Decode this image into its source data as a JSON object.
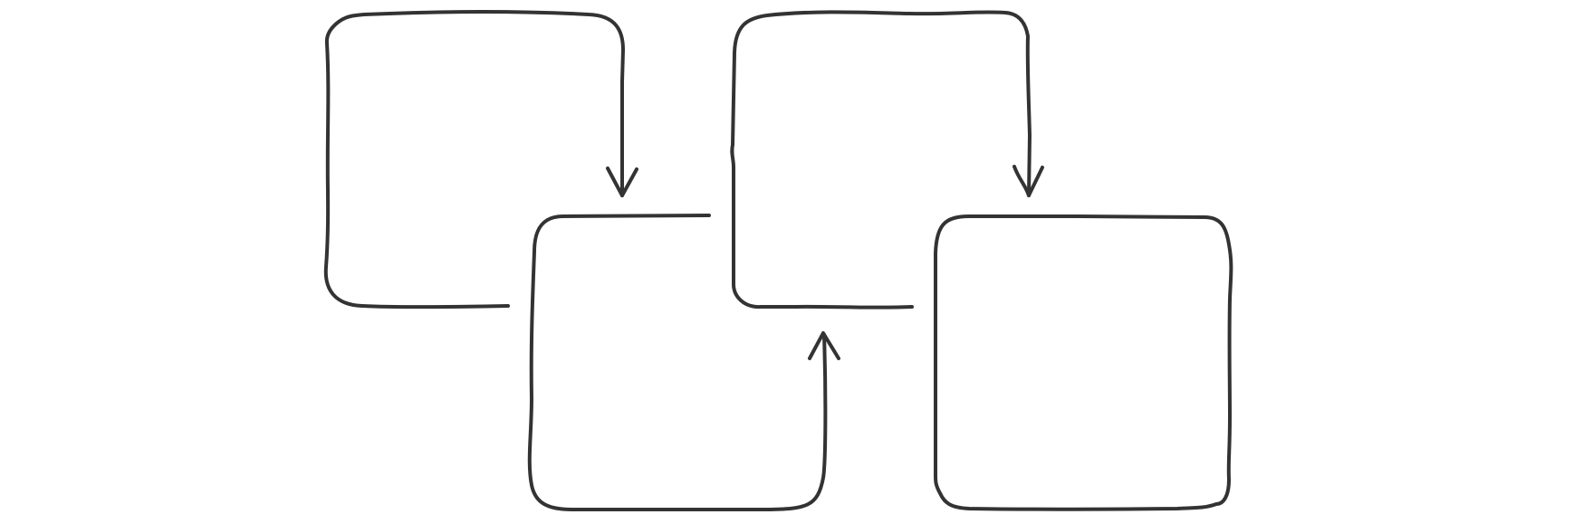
{
  "diagram": {
    "style": "hand-drawn sketch",
    "stroke_color": "#333333",
    "background_color": "#ffffff",
    "elements": [
      {
        "id": "bracket-left",
        "kind": "open-bracket-connector"
      },
      {
        "id": "arrow-down-1",
        "kind": "arrow",
        "direction": "down"
      },
      {
        "id": "bracket-lower-middle",
        "kind": "open-bracket-connector"
      },
      {
        "id": "arrow-up-1",
        "kind": "arrow",
        "direction": "up"
      },
      {
        "id": "bracket-upper-middle",
        "kind": "open-bracket-connector"
      },
      {
        "id": "arrow-down-2",
        "kind": "arrow",
        "direction": "down"
      },
      {
        "id": "box-right",
        "kind": "box"
      }
    ]
  }
}
